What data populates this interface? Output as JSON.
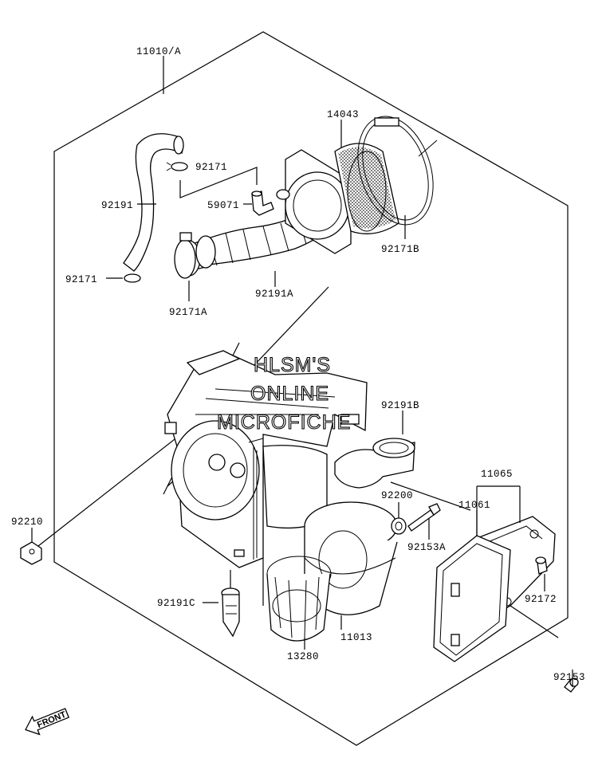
{
  "labels": {
    "p11010A": "11010/A",
    "p14043": "14043",
    "p92171_top": "92171",
    "p92191": "92191",
    "p59071": "59071",
    "p92171B": "92171B",
    "p92171_left": "92171",
    "p92191A": "92191A",
    "p92171A": "92171A",
    "p92191B": "92191B",
    "p11065": "11065",
    "p92200": "92200",
    "p11061": "11061",
    "p92210": "92210",
    "p92153A": "92153A",
    "p92172": "92172",
    "p92191C": "92191C",
    "p11013": "11013",
    "p13280": "13280",
    "p92153": "92153"
  },
  "watermark": {
    "line1": "HLSM'S",
    "line2": "ONLINE",
    "line3": "MICROFICHE"
  },
  "front_arrow": "FRONT"
}
